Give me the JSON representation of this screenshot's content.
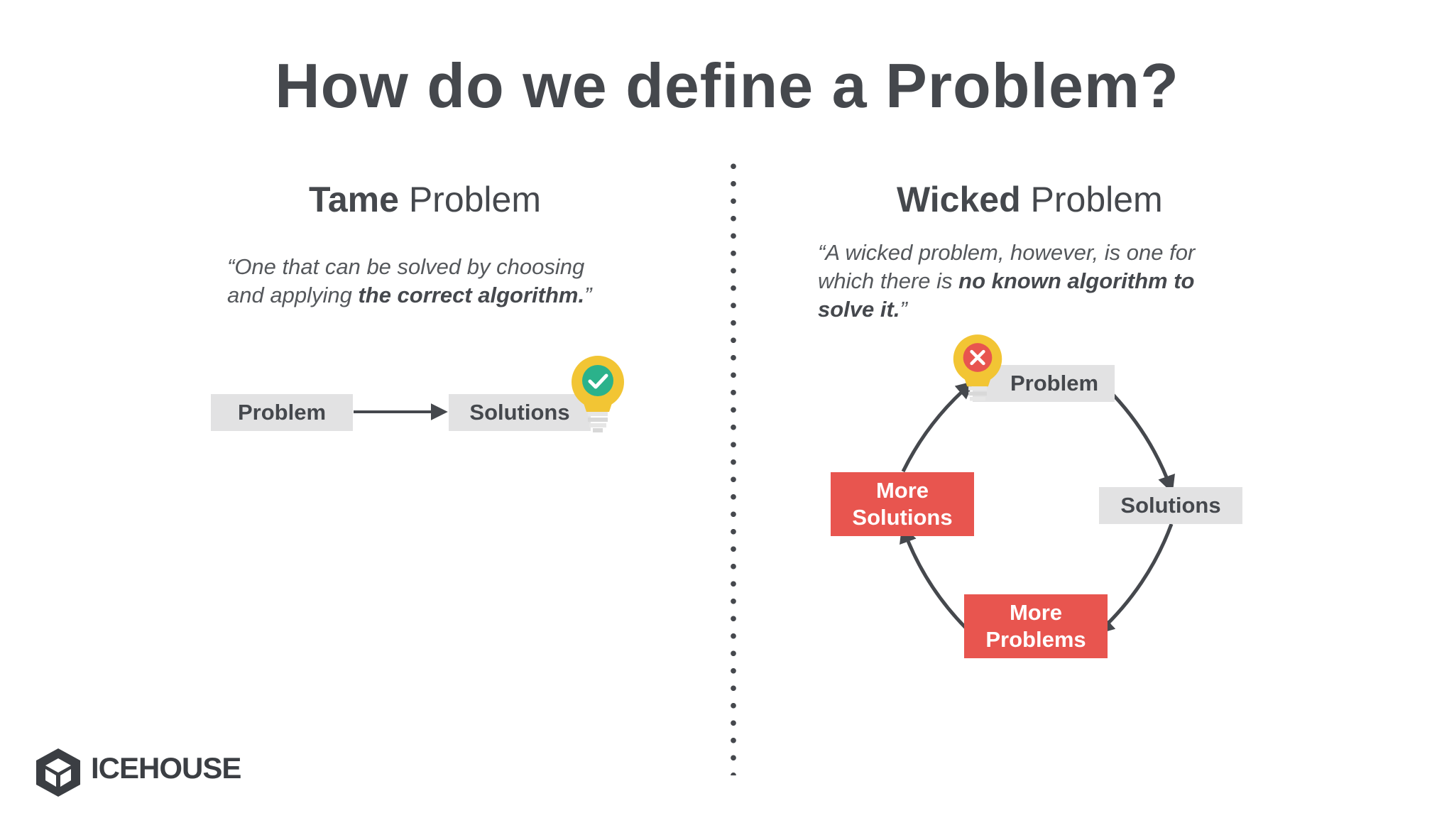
{
  "title": "How do we define a Problem?",
  "tame": {
    "heading_bold": "Tame",
    "heading_light": "Problem",
    "quote_part1": "“One that can be solved by choosing and applying ",
    "quote_bold": "the correct algorithm.",
    "quote_end": "”",
    "box_problem": "Problem",
    "box_solutions": "Solutions",
    "bulb_status": "check-icon"
  },
  "wicked": {
    "heading_bold": "Wicked",
    "heading_light": "Problem",
    "quote_part1": "“A wicked problem, however, is one for which there is ",
    "quote_bold": "no known algorithm to solve it.",
    "quote_end": "”",
    "box_problem": "Problem",
    "box_solutions": "Solutions",
    "box_more_problems_line1": "More",
    "box_more_problems_line2": "Problems",
    "box_more_solutions_line1": "More",
    "box_more_solutions_line2": "Solutions",
    "bulb_status": "close-icon"
  },
  "logo": {
    "text": "ICEHOUSE"
  },
  "colors": {
    "text_dark": "#45484d",
    "grey_box": "#e2e2e3",
    "red_box": "#e8554f",
    "bulb_yellow": "#f2c534",
    "check_green": "#2bb28b",
    "cross_red": "#e8554f"
  }
}
